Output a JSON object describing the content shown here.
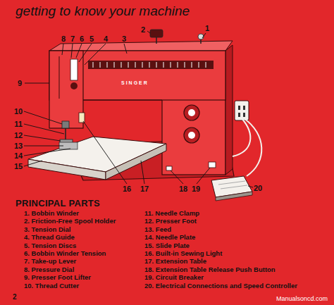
{
  "diagram": {
    "title": "getting to know your machine",
    "labels": [
      "8",
      "7",
      "6",
      "5",
      "4",
      "3",
      "2",
      "1",
      "9",
      "10",
      "11",
      "12",
      "13",
      "14",
      "15",
      "16",
      "17",
      "18",
      "19",
      "20",
      "SINGER",
      "PRINCIPAL PARTS",
      "1. Bobbin Winder",
      "2. Friction-Free Spool Holder",
      "3. Tension Dial",
      "4. Thread Guide",
      "5. Tension Discs",
      "6. Bobbin Winder Tension",
      "7. Take-up Lever",
      "8. Pressure Dial",
      "9. Presser Foot Lifter",
      "10. Thread Cutter",
      "11. Needle Clamp",
      "12. Presser Foot",
      "13. Feed",
      "14. Needle Plate",
      "15. Slide Plate",
      "16. Built-in Sewing Light",
      "17. Extension Table",
      "18. Extension Table Release Push Button",
      "19. Circuit Breaker",
      "20. Electrical Connections and Speed Controller",
      "2",
      "Manualsoncd.com"
    ]
  }
}
